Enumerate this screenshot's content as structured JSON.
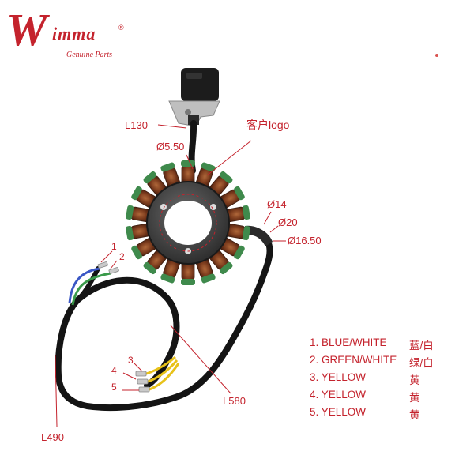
{
  "brand": {
    "mark": "W",
    "name": "imma",
    "registered": "®",
    "tagline": "Genuine Parts",
    "color": "#c4232d"
  },
  "annotations": {
    "l130": "L130",
    "logo_note": "客户logo",
    "d550": "Ø5.50",
    "d14": "Ø14",
    "d20": "Ø20",
    "d1650": "Ø16.50",
    "l580": "L580",
    "l490": "L490"
  },
  "pins": [
    "1",
    "2",
    "3",
    "4",
    "5"
  ],
  "legend": [
    {
      "desc": "1. BLUE/WHITE",
      "cn": "蓝/白"
    },
    {
      "desc": "2. GREEN/WHITE",
      "cn": "绿/白"
    },
    {
      "desc": "3. YELLOW",
      "cn": "黄"
    },
    {
      "desc": "4. YELLOW",
      "cn": "黄"
    },
    {
      "desc": "5. YELLOW",
      "cn": "黄"
    }
  ]
}
